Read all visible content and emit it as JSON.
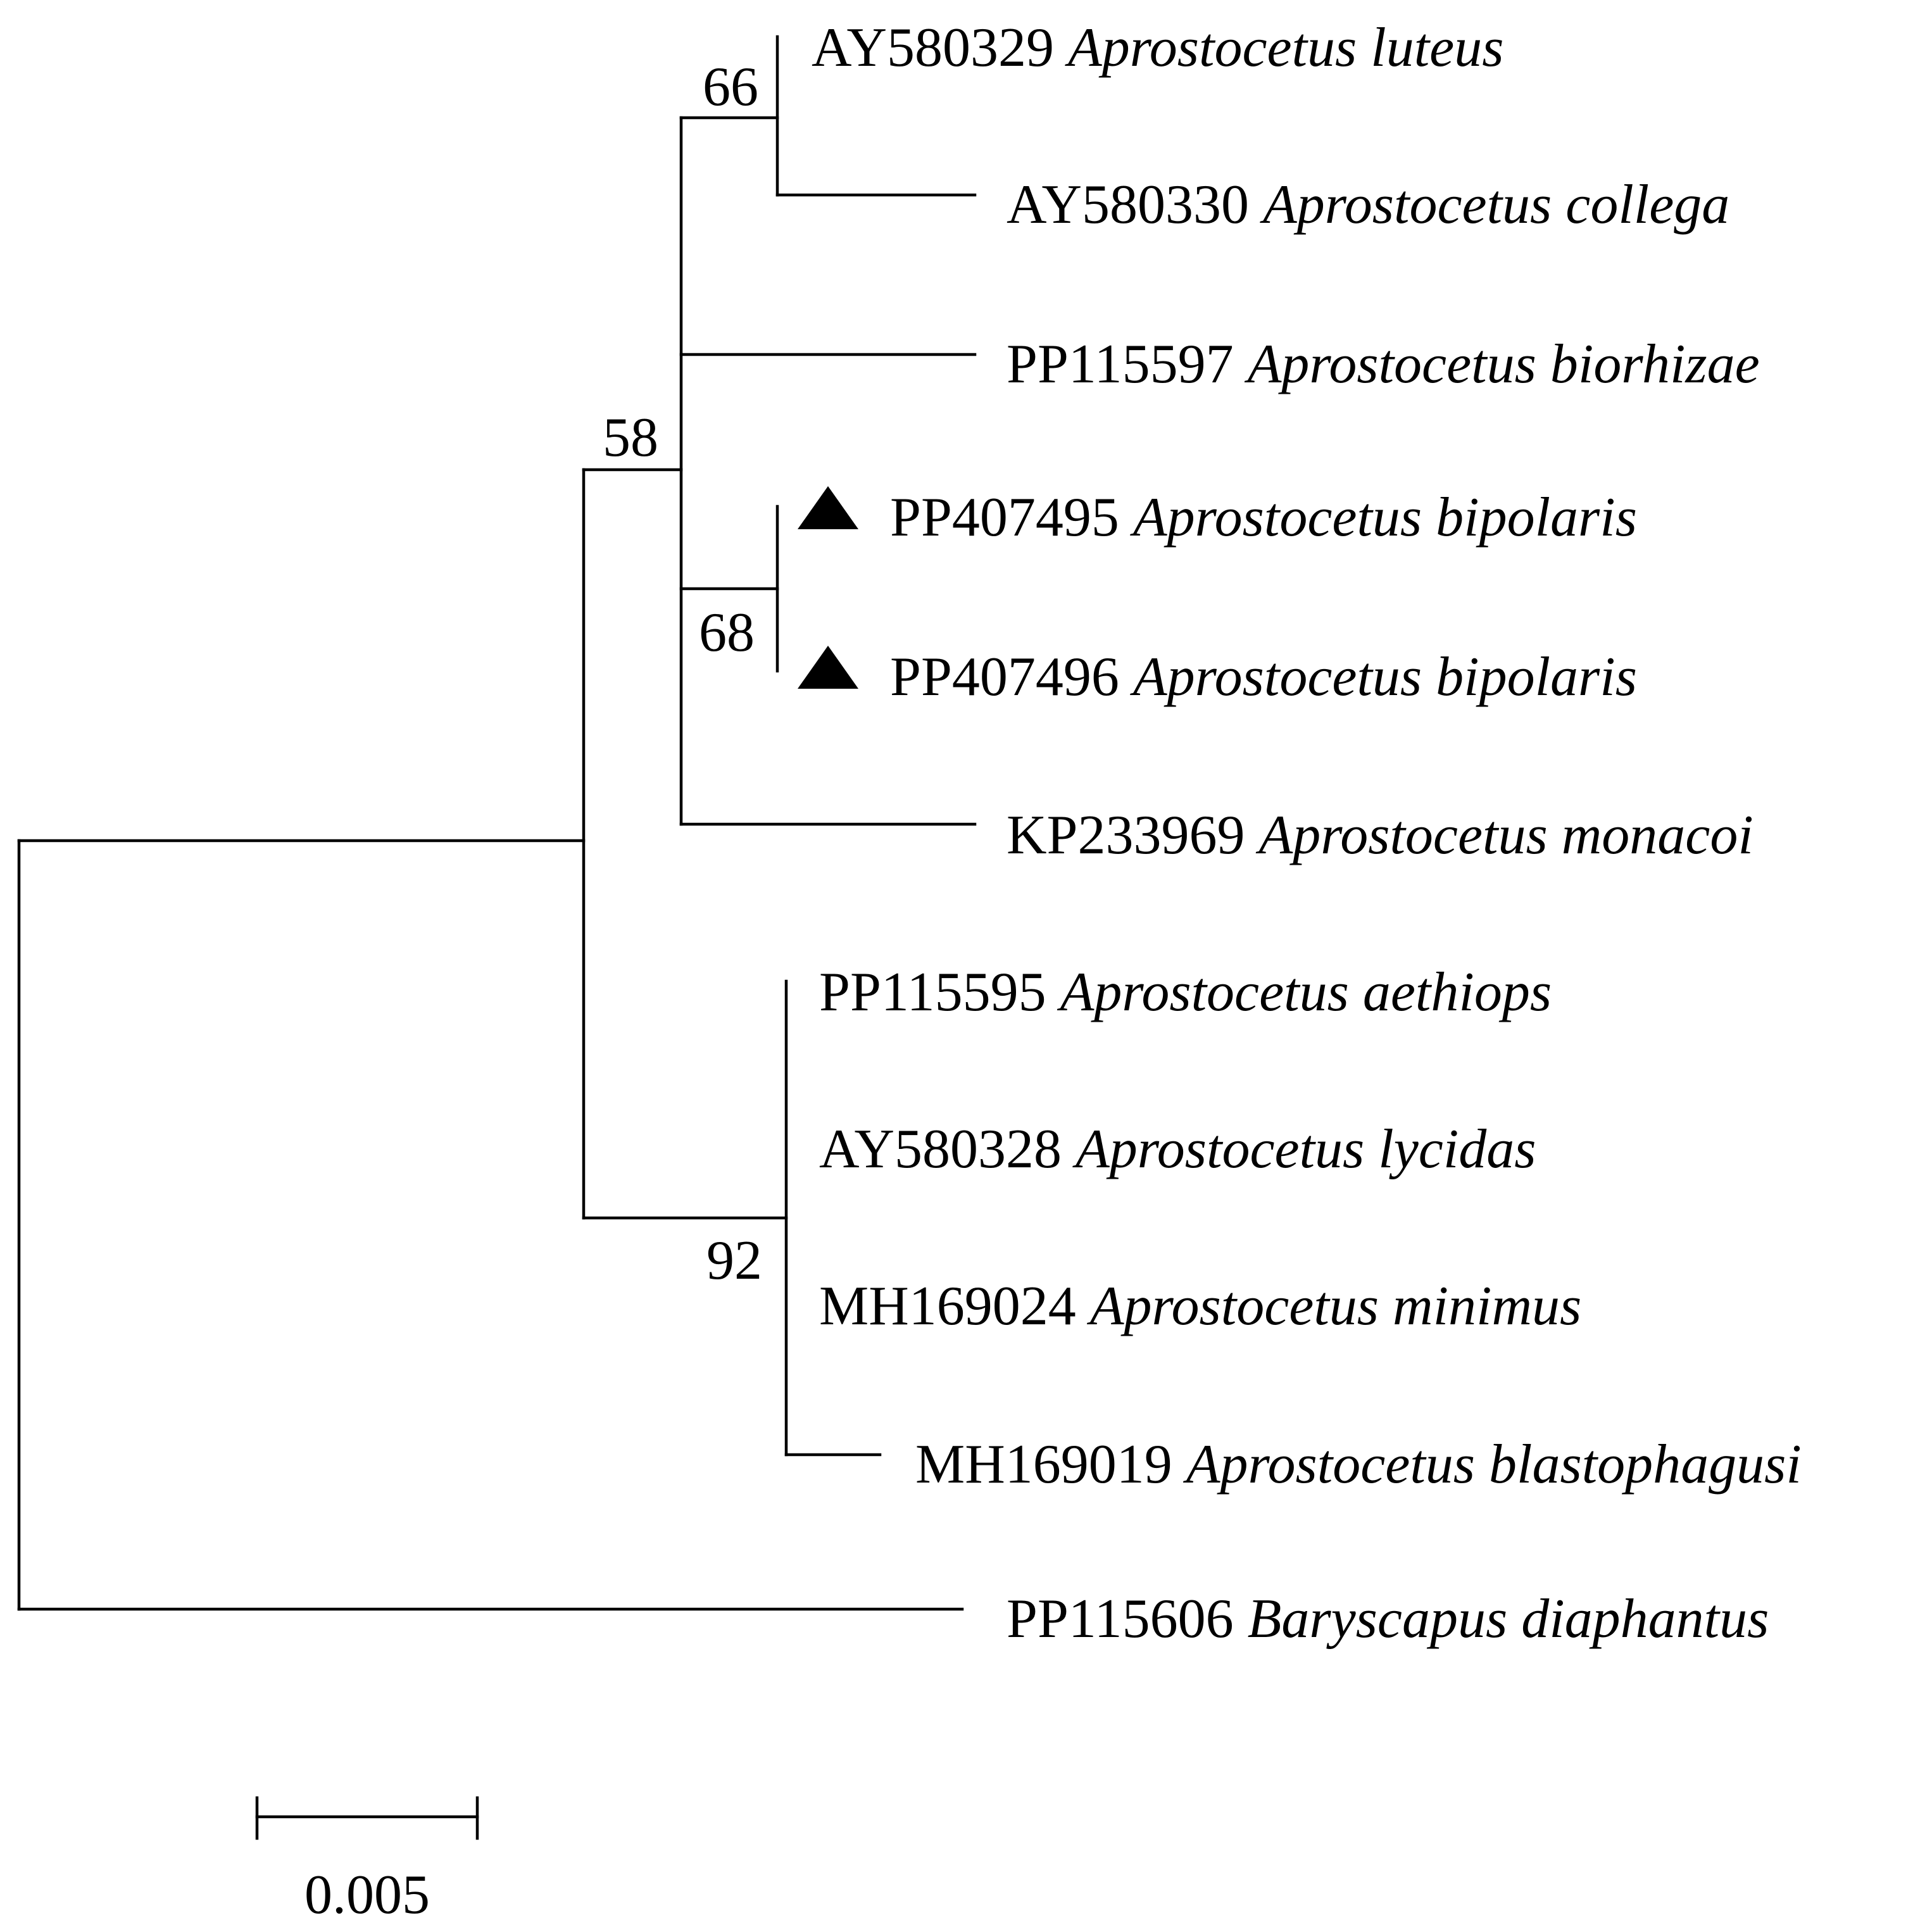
{
  "tree": {
    "taxa": [
      {
        "id": "luteus",
        "accession": "AY580329",
        "species": "Aprostocetus luteus",
        "marked": false
      },
      {
        "id": "collega",
        "accession": "AY580330",
        "species": "Aprostocetus collega",
        "marked": false
      },
      {
        "id": "biorhizae",
        "accession": "PP115597",
        "species": "Aprostocetus biorhizae",
        "marked": false
      },
      {
        "id": "bipolaris1",
        "accession": "PP407495",
        "species": "Aprostocetus bipolaris",
        "marked": true
      },
      {
        "id": "bipolaris2",
        "accession": "PP407496",
        "species": "Aprostocetus bipolaris",
        "marked": true
      },
      {
        "id": "monacoi",
        "accession": "KP233969",
        "species": "Aprostocetus monacoi",
        "marked": false
      },
      {
        "id": "aethiops",
        "accession": "PP115595",
        "species": "Aprostocetus aethiops",
        "marked": false
      },
      {
        "id": "lycidas",
        "accession": "AY580328",
        "species": "Aprostocetus lycidas",
        "marked": false
      },
      {
        "id": "minimus",
        "accession": "MH169024",
        "species": "Aprostocetus minimus",
        "marked": false
      },
      {
        "id": "blastophagusi",
        "accession": "MH169019",
        "species": "Aprostocetus blastophagusi",
        "marked": false
      },
      {
        "id": "diaphantus",
        "accession": "PP115606",
        "species": "Baryscapus diaphantus",
        "marked": false
      }
    ],
    "support_values": {
      "luteus_collega": "66",
      "ingroup_a": "58",
      "bipolaris": "68",
      "ingroup_b": "92"
    },
    "scale_bar": {
      "value": 0.005,
      "label": "0.005"
    },
    "marker_symbol": "filled-triangle"
  }
}
